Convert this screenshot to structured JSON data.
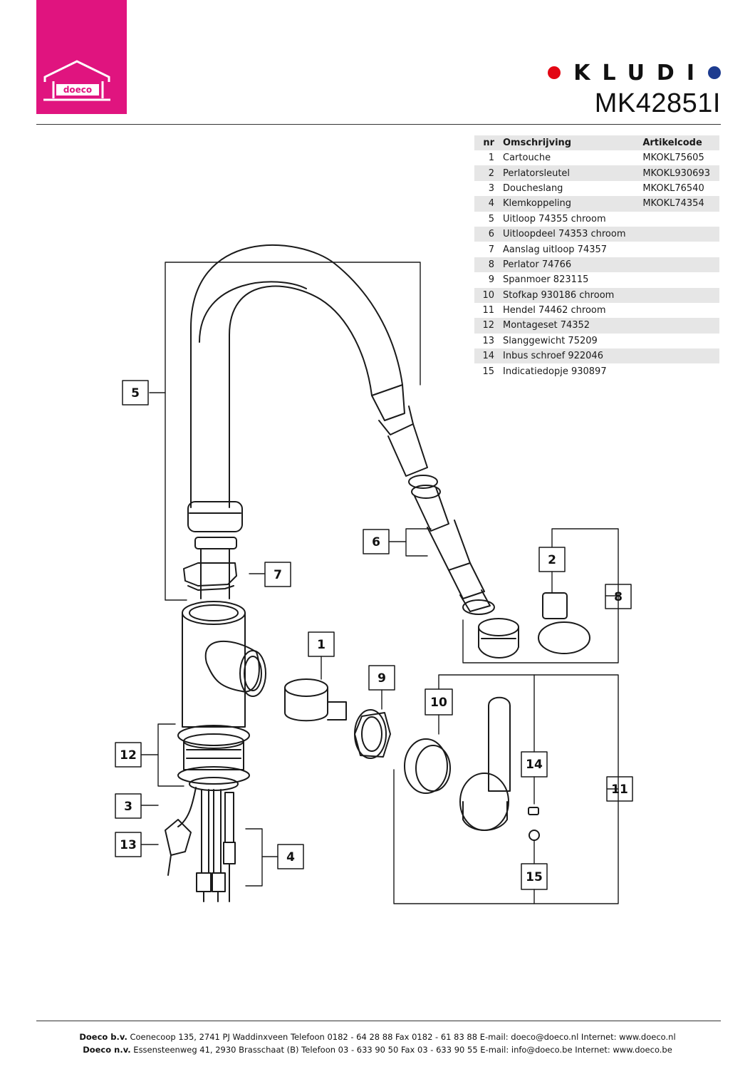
{
  "logo": {
    "text": "doeco",
    "color": "#e0147f"
  },
  "brand": {
    "name": "KLUDI",
    "dot_left_color": "#e30613",
    "dot_right_color": "#1d3b8f"
  },
  "model": "MK42851I",
  "table": {
    "headers": {
      "nr": "nr",
      "description": "Omschrijving",
      "code": "Artikelcode"
    },
    "rows": [
      {
        "nr": "1",
        "description": "Cartouche",
        "code": "MKOKL75605"
      },
      {
        "nr": "2",
        "description": "Perlatorsleutel",
        "code": "MKOKL930693"
      },
      {
        "nr": "3",
        "description": "Doucheslang",
        "code": "MKOKL76540"
      },
      {
        "nr": "4",
        "description": "Klemkoppeling",
        "code": "MKOKL74354"
      },
      {
        "nr": "5",
        "description": "Uitloop 74355 chroom",
        "code": ""
      },
      {
        "nr": "6",
        "description": "Uitloopdeel 74353 chroom",
        "code": ""
      },
      {
        "nr": "7",
        "description": "Aanslag uitloop 74357",
        "code": ""
      },
      {
        "nr": "8",
        "description": "Perlator 74766",
        "code": ""
      },
      {
        "nr": "9",
        "description": "Spanmoer 823115",
        "code": ""
      },
      {
        "nr": "10",
        "description": "Stofkap 930186 chroom",
        "code": ""
      },
      {
        "nr": "11",
        "description": "Hendel 74462 chroom",
        "code": ""
      },
      {
        "nr": "12",
        "description": "Montageset 74352",
        "code": ""
      },
      {
        "nr": "13",
        "description": "Slanggewicht 75209",
        "code": ""
      },
      {
        "nr": "14",
        "description": "Inbus schroef 922046",
        "code": ""
      },
      {
        "nr": "15",
        "description": "Indicatiedopje 930897",
        "code": ""
      }
    ]
  },
  "callouts": {
    "c1": "1",
    "c2": "2",
    "c3": "3",
    "c4": "4",
    "c5": "5",
    "c6": "6",
    "c7": "7",
    "c8": "8",
    "c9": "9",
    "c10": "10",
    "c11": "11",
    "c12": "12",
    "c13": "13",
    "c14": "14",
    "c15": "15"
  },
  "footer": {
    "line1_company": "Doeco b.v.",
    "line1_text": "Coenecoop 135,   2741 PJ  Waddinxveen   Telefoon 0182 - 64 28 88   Fax 0182 - 61 83 88   E-mail: doeco@doeco.nl   Internet: www.doeco.nl",
    "line2_company": "Doeco n.v.",
    "line2_text": "Essensteenweg 41, 2930  Brasschaat (B)   Telefoon 03 - 633 90 50   Fax 03 - 633 90 55   E-mail: info@doeco.be   Internet: www.doeco.be"
  }
}
